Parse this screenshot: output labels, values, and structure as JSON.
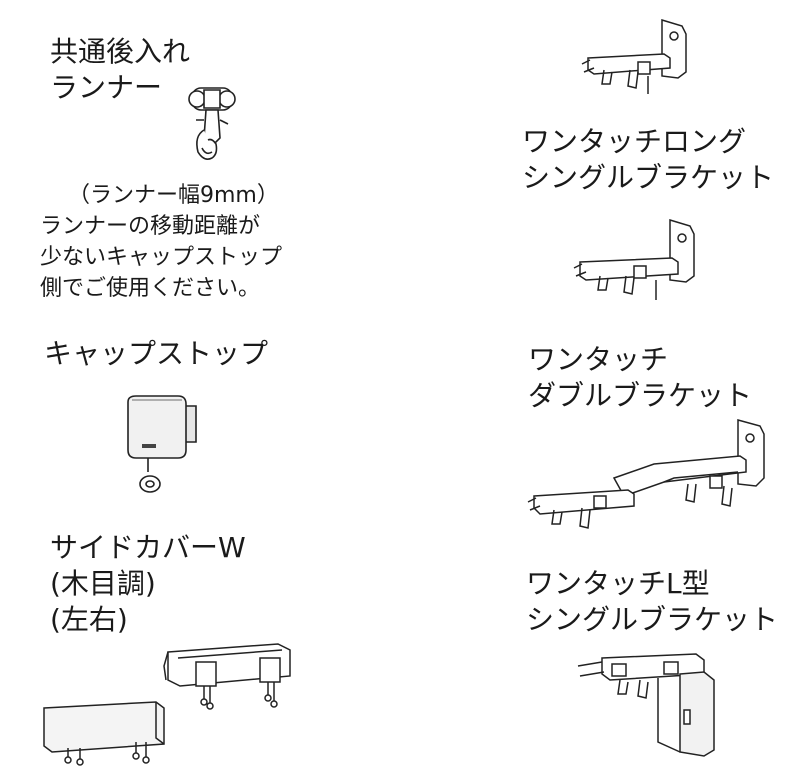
{
  "left": {
    "runner": {
      "title_lines": [
        "共通後入れ",
        "ランナー"
      ],
      "note_lines": [
        "（ランナー幅9mm）",
        "ランナーの移動距離が",
        "少ないキャップストップ",
        "側でご使用ください。"
      ],
      "icon": "runner-icon"
    },
    "cap_stop": {
      "title": "キャップストップ",
      "icon": "cap-stop-icon"
    },
    "side_cover": {
      "title_lines": [
        "サイドカバーW",
        "(木目調)",
        "(左右)"
      ],
      "icon": "side-cover-icon"
    }
  },
  "right": {
    "long_single": {
      "title_lines": [
        "ワンタッチロング",
        "シングルブラケット"
      ],
      "icon": "bracket-icon"
    },
    "double": {
      "title_lines": [
        "ワンタッチ",
        "ダブルブラケット"
      ],
      "icon": "double-bracket-icon"
    },
    "l_single": {
      "title_lines": [
        "ワンタッチL型",
        "シングルブラケット"
      ],
      "icon": "l-bracket-icon"
    }
  }
}
